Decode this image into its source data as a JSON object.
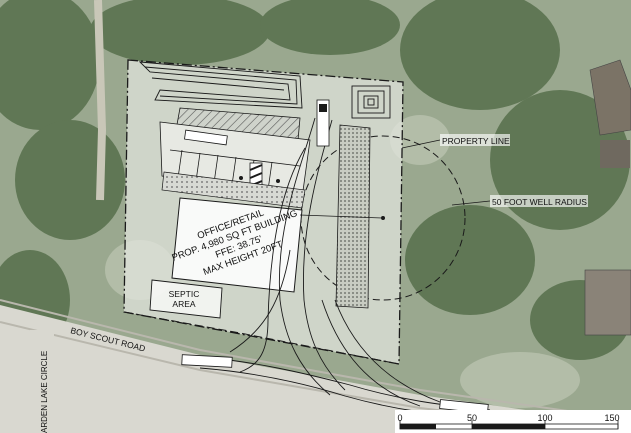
{
  "labels": {
    "property_line": "PROPERTY LINE",
    "well_radius": "50 FOOT WELL RADIUS",
    "building_line1": "OFFICE/RETAIL",
    "building_line2": "PROP. 4,980 SQ FT BUILDING",
    "building_line3": "FFE: 38.75'",
    "building_line4": "MAX HEIGHT 20FT",
    "septic_line1": "SEPTIC",
    "septic_line2": "AREA",
    "road_main": "BOY SCOUT ROAD",
    "road_side": "ARDEN LAKE CIRCLE"
  },
  "scale_bar": {
    "ticks": [
      "0",
      "50",
      "100",
      "150"
    ]
  },
  "colors": {
    "vegetation_dark": "#4f6b45",
    "vegetation_light": "#8fa084",
    "wash": "#e9ebe6",
    "linework": "#1a1a1a"
  }
}
